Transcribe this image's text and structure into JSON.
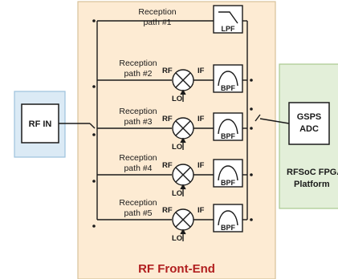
{
  "colors": {
    "frontend_fill": "#fdebd3",
    "frontend_border": "#d7c29a",
    "input_panel_fill": "#dbeaf5",
    "input_panel_border": "#9cc1dc",
    "platform_fill": "#e3efd9",
    "platform_border": "#a9c98f",
    "frontend_title": "#b11f1f",
    "wire": "#1a1a1a"
  },
  "input": {
    "label": "RF IN"
  },
  "frontend": {
    "title": "RF Front-End"
  },
  "adc": {
    "line1": "GSPS",
    "line2": "ADC"
  },
  "platform": {
    "line1": "RFSoC FPGA",
    "line2": "Platform"
  },
  "mixer_ports": {
    "rf": "RF",
    "if": "IF",
    "lo": "LO"
  },
  "paths": [
    {
      "label_line1": "Reception",
      "label_line2": "path #1",
      "filter": "LPF",
      "filter_type": "low-pass",
      "has_mixer": false
    },
    {
      "label_line1": "Reception",
      "label_line2": "path #2",
      "filter": "BPF",
      "filter_type": "band-pass",
      "has_mixer": true
    },
    {
      "label_line1": "Reception",
      "label_line2": "path #3",
      "filter": "BPF",
      "filter_type": "band-pass",
      "has_mixer": true
    },
    {
      "label_line1": "Reception",
      "label_line2": "path #4",
      "filter": "BPF",
      "filter_type": "band-pass",
      "has_mixer": true
    },
    {
      "label_line1": "Reception",
      "label_line2": "path #5",
      "filter": "BPF",
      "filter_type": "band-pass",
      "has_mixer": true
    }
  ]
}
